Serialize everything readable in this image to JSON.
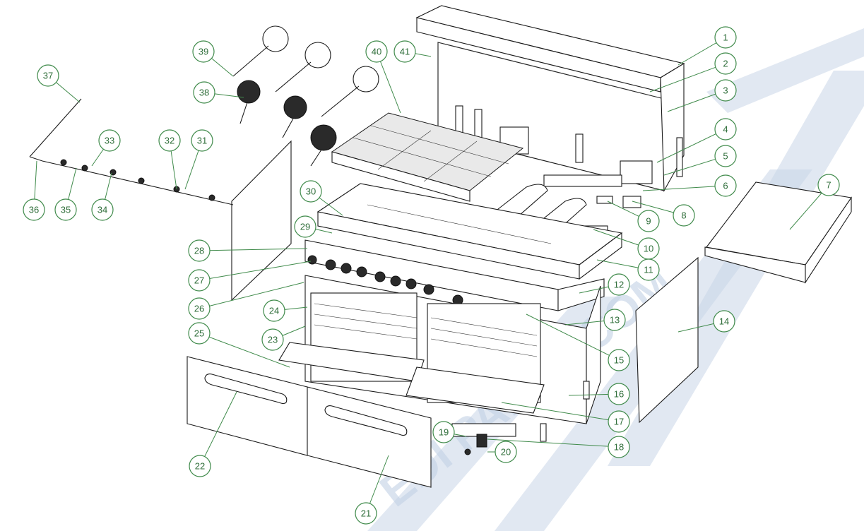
{
  "diagram": {
    "callouts": [
      {
        "n": "1"
      },
      {
        "n": "2"
      },
      {
        "n": "3"
      },
      {
        "n": "4"
      },
      {
        "n": "5"
      },
      {
        "n": "6"
      },
      {
        "n": "7"
      },
      {
        "n": "8"
      },
      {
        "n": "9"
      },
      {
        "n": "10"
      },
      {
        "n": "11"
      },
      {
        "n": "12"
      },
      {
        "n": "13"
      },
      {
        "n": "14"
      },
      {
        "n": "15"
      },
      {
        "n": "16"
      },
      {
        "n": "17"
      },
      {
        "n": "18"
      },
      {
        "n": "19"
      },
      {
        "n": "20"
      },
      {
        "n": "21"
      },
      {
        "n": "22"
      },
      {
        "n": "23"
      },
      {
        "n": "24"
      },
      {
        "n": "25"
      },
      {
        "n": "26"
      },
      {
        "n": "27"
      },
      {
        "n": "28"
      },
      {
        "n": "29"
      },
      {
        "n": "30"
      },
      {
        "n": "31"
      },
      {
        "n": "32"
      },
      {
        "n": "33"
      },
      {
        "n": "34"
      },
      {
        "n": "35"
      },
      {
        "n": "36"
      },
      {
        "n": "37"
      },
      {
        "n": "38"
      },
      {
        "n": "39"
      },
      {
        "n": "40"
      },
      {
        "n": "41"
      }
    ],
    "watermark": "EDI PARTS.COM",
    "colors": {
      "callout": "#3f8a4a",
      "line": "#1a1a1a",
      "watermark": "#c3d1e6"
    }
  }
}
